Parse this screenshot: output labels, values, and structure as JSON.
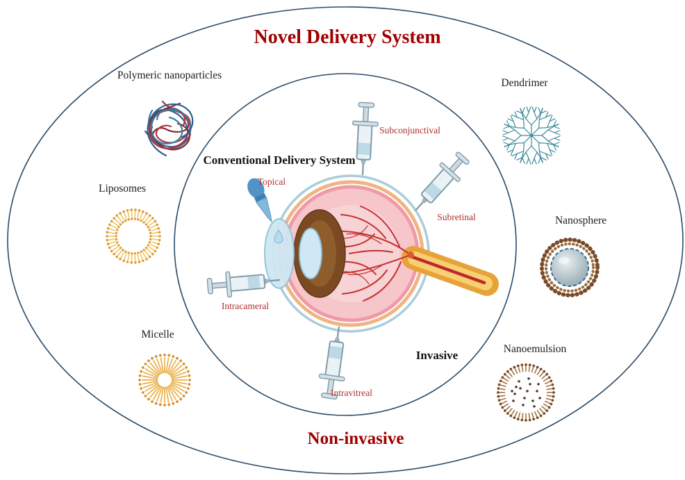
{
  "figure": {
    "outer_title": "Novel Delivery System",
    "outer_bottom_label": "Non-invasive",
    "inner_title": "Conventional Delivery System",
    "inner_bottom_label": "Invasive"
  },
  "routes": [
    {
      "id": "subconjunctival",
      "label": "Subconjunctival"
    },
    {
      "id": "subretinal",
      "label": "Subretinal"
    },
    {
      "id": "topical",
      "label": "Topical"
    },
    {
      "id": "intracameral",
      "label": "Intracameral"
    },
    {
      "id": "intravitreal",
      "label": "Intravitreal"
    }
  ],
  "novel_systems": [
    {
      "id": "polymeric-nanoparticles",
      "label": "Polymeric nanoparticles"
    },
    {
      "id": "dendrimer",
      "label": "Dendrimer"
    },
    {
      "id": "liposomes",
      "label": "Liposomes"
    },
    {
      "id": "nanosphere",
      "label": "Nanosphere"
    },
    {
      "id": "micelle",
      "label": "Micelle"
    },
    {
      "id": "nanoemulsion",
      "label": "Nanoemulsion"
    }
  ],
  "icons": [
    "polymeric-nanoparticles-icon",
    "dendrimer-icon",
    "liposome-icon",
    "nanosphere-icon",
    "micelle-icon",
    "nanoemulsion-icon",
    "eye-anatomy-illustration",
    "syringe-icon",
    "eye-dropper-icon"
  ],
  "colors": {
    "title_red": "#a00000",
    "route_label_red": "#b23030",
    "outline_navy": "#2a4a68",
    "black_text": "#1c1c1c",
    "liposome_orange": "#e09a2e",
    "dendrimer_teal": "#3d8a96",
    "nanoemulsion_brown": "#7a4a22"
  }
}
